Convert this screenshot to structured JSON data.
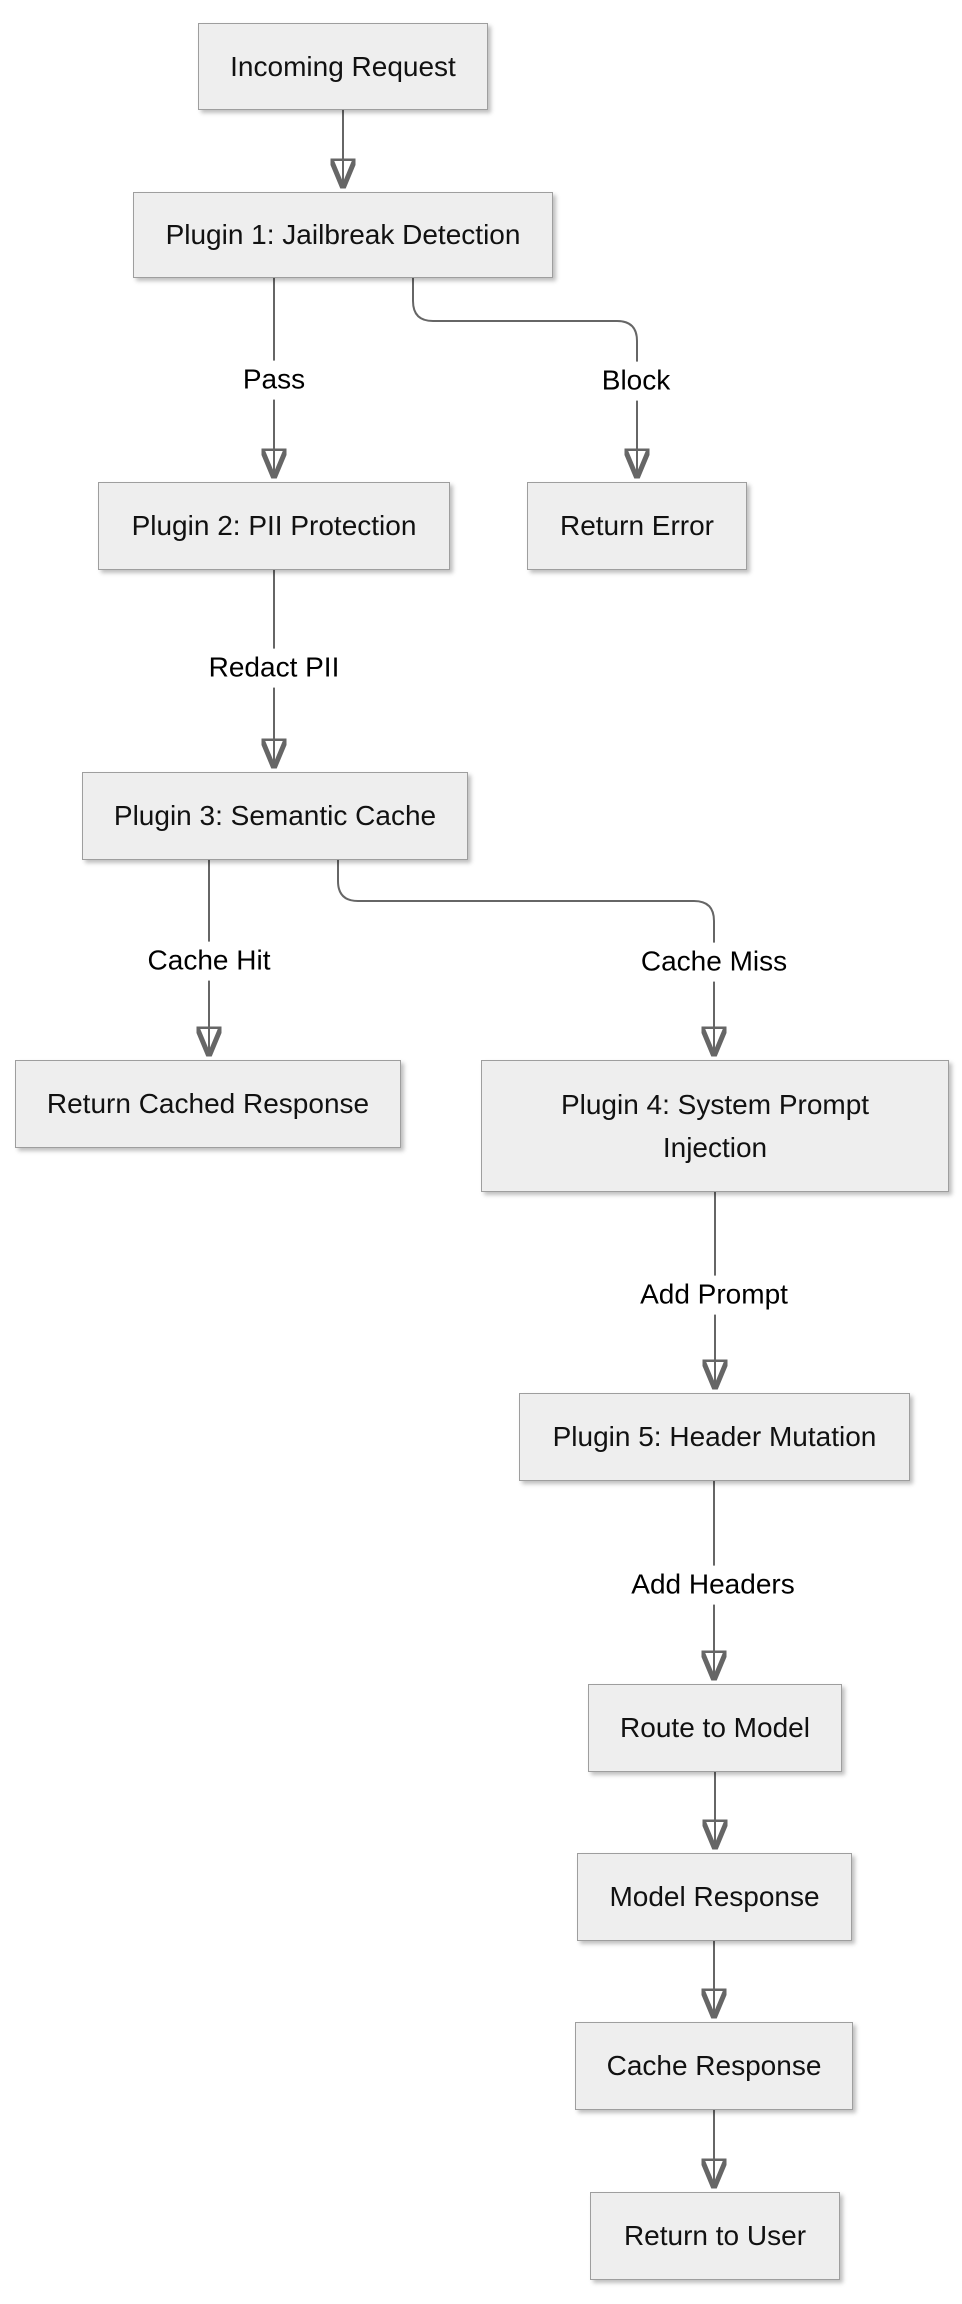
{
  "diagram": {
    "type": "flowchart",
    "direction": "top-down",
    "colors": {
      "background": "#ffffff",
      "node_fill": "#eeeeee",
      "node_border": "#9e9e9e",
      "edge_line": "#666666",
      "arrowhead": "#555555",
      "text": "#111111"
    },
    "nodes": [
      {
        "id": "incoming",
        "label": "Incoming Request"
      },
      {
        "id": "plugin1",
        "label": "Plugin 1: Jailbreak Detection"
      },
      {
        "id": "plugin2",
        "label": "Plugin 2: PII Protection"
      },
      {
        "id": "return_error",
        "label": "Return Error"
      },
      {
        "id": "plugin3",
        "label": "Plugin 3: Semantic Cache"
      },
      {
        "id": "return_cached",
        "label": "Return Cached Response"
      },
      {
        "id": "plugin4",
        "label": "Plugin 4: System Prompt Injection"
      },
      {
        "id": "plugin5",
        "label": "Plugin 5: Header Mutation"
      },
      {
        "id": "route_model",
        "label": "Route to Model"
      },
      {
        "id": "model_response",
        "label": "Model Response"
      },
      {
        "id": "cache_response",
        "label": "Cache Response"
      },
      {
        "id": "return_user",
        "label": "Return to User"
      }
    ],
    "edges": [
      {
        "from": "incoming",
        "to": "plugin1",
        "label": ""
      },
      {
        "from": "plugin1",
        "to": "plugin2",
        "label": "Pass"
      },
      {
        "from": "plugin1",
        "to": "return_error",
        "label": "Block"
      },
      {
        "from": "plugin2",
        "to": "plugin3",
        "label": "Redact PII"
      },
      {
        "from": "plugin3",
        "to": "return_cached",
        "label": "Cache Hit"
      },
      {
        "from": "plugin3",
        "to": "plugin4",
        "label": "Cache Miss"
      },
      {
        "from": "plugin4",
        "to": "plugin5",
        "label": "Add Prompt"
      },
      {
        "from": "plugin5",
        "to": "route_model",
        "label": "Add Headers"
      },
      {
        "from": "route_model",
        "to": "model_response",
        "label": ""
      },
      {
        "from": "model_response",
        "to": "cache_response",
        "label": ""
      },
      {
        "from": "cache_response",
        "to": "return_user",
        "label": ""
      }
    ]
  }
}
